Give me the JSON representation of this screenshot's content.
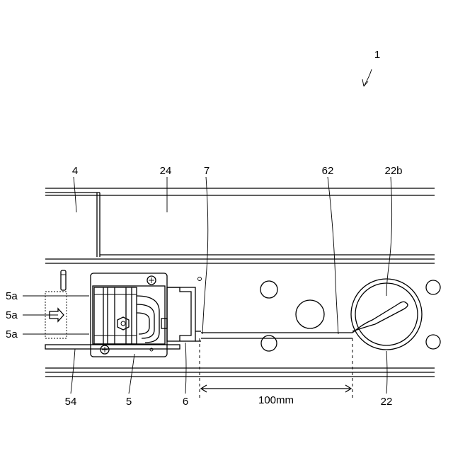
{
  "labels": {
    "device": "1",
    "frame_left": "4",
    "frame": "24",
    "wire_end": "7",
    "wire": "62",
    "knob_part": "22b",
    "tab_top": "5a",
    "tab_mid": "5a",
    "tab_bot": "5a",
    "plate": "54",
    "switch": "5",
    "connector": "6",
    "knob": "22"
  },
  "dimension": {
    "length_label": "100mm"
  }
}
